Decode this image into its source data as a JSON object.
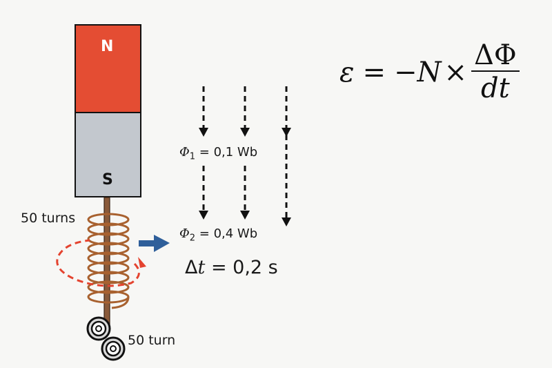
{
  "magnet": {
    "north_label": "N",
    "south_label": "S",
    "north_color": "#e44d33",
    "south_color": "#c3c8ce"
  },
  "coil": {
    "turns_label_top": "50 turns",
    "turns_label_bottom": "50 turn",
    "wire_color": "#a8612f"
  },
  "flux": {
    "phi1_symbol": "Φ",
    "phi1_sub": "1",
    "phi1_value": "= 0,1 Wb",
    "phi2_symbol": "Φ",
    "phi2_sub": "2",
    "phi2_value": "= 0,4 Wb"
  },
  "time": {
    "delta": "Δ",
    "var": "t",
    "value": "= 0,2 s"
  },
  "formula": {
    "emf": "ε",
    "equals": "=",
    "minus": "−",
    "n": "N",
    "times": "×",
    "numerator": "ΔΦ",
    "denominator": "dt"
  },
  "colors": {
    "arrow_blue": "#2f5f9a",
    "current_red": "#e4432f"
  }
}
